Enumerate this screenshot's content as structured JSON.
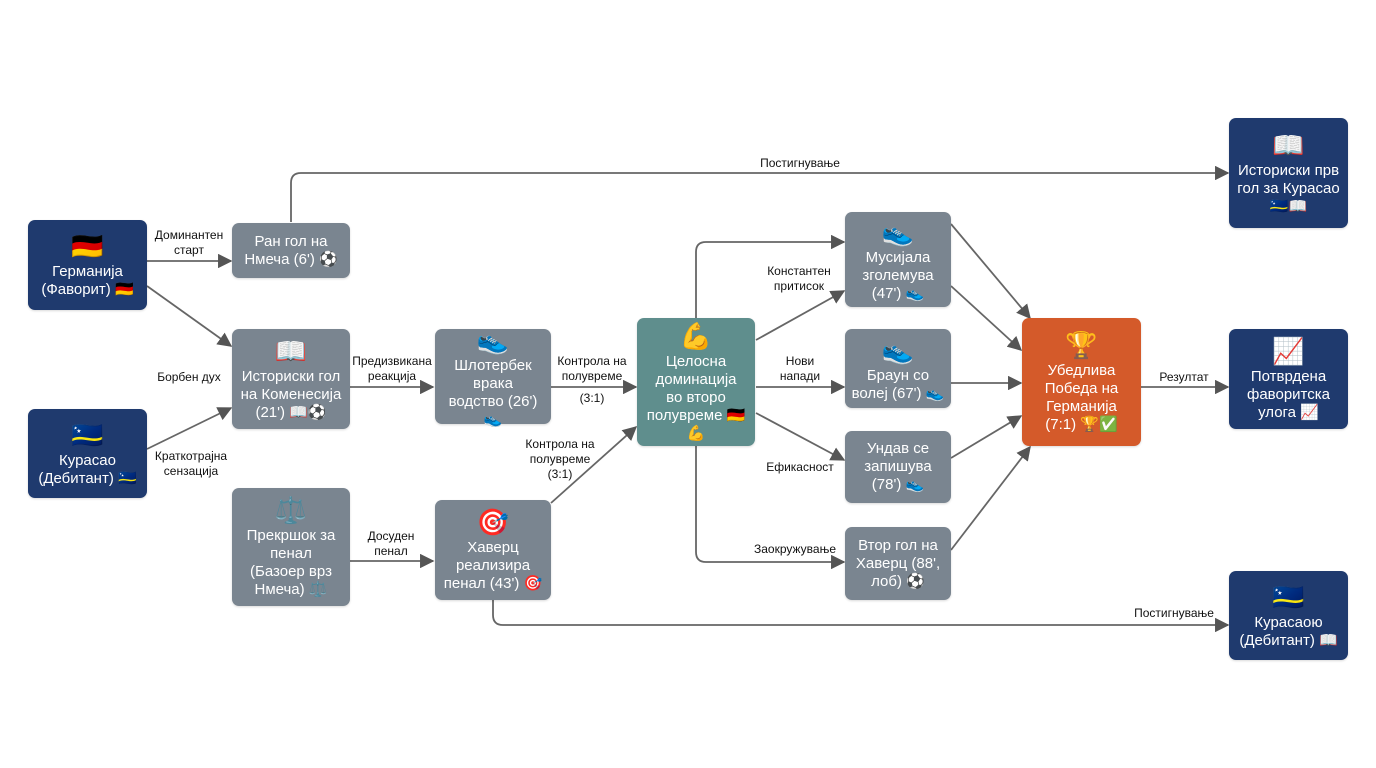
{
  "nodes": {
    "germany": {
      "icon": "🇩🇪",
      "text": "Германија\n(Фаворит) 🇩🇪"
    },
    "curacao": {
      "icon": "🇨🇼",
      "text": "Курасао\n(Дебитант) 🇨🇼"
    },
    "early_goal": {
      "icon": "",
      "text": "Ран гол на\nНмеча (6') ⚽"
    },
    "historic_goal": {
      "icon": "📖",
      "text": "Историски гол\nна Коменесија\n(21') 📖⚽"
    },
    "penalty_foul": {
      "icon": "⚖️",
      "text": "Прекршок за\nпенал\n(Базоер врз\nНмеча) ⚖️"
    },
    "schlotterbeck": {
      "icon": "👟",
      "text": "Шлотербек\nврака\nводство (26') 👟"
    },
    "havertz_penalty": {
      "icon": "🎯",
      "text": "Хаверц\nреализира\nпенал (43') 🎯"
    },
    "domination": {
      "icon": "💪",
      "text": "Целосна\nдоминација\nво второ\nполувреме 🇩🇪💪"
    },
    "musiala": {
      "icon": "👟",
      "text": "Мусијала\nзголемува\n(47') 👟"
    },
    "brown": {
      "icon": "👟",
      "text": "Браун со\nволеј (67') 👟"
    },
    "undav": {
      "icon": "",
      "text": "Ундав се\nзапишува\n(78') 👟"
    },
    "havertz_second": {
      "icon": "",
      "text": "Втор гол на\nХаверц (88',\nлоб) ⚽"
    },
    "victory": {
      "icon": "🏆",
      "text": "Убедлива\nПобеда на\nГерманија\n(7:1) 🏆✅"
    },
    "historic_first": {
      "icon": "📖",
      "text": "Историски прв\nгол за Курасао\n🇨🇼📖"
    },
    "confirmed": {
      "icon": "📈",
      "text": "Потврдена\nфаворитска\nулога 📈"
    },
    "curacao_debut": {
      "icon": "🇨🇼",
      "text": "Курасаою\n(Дебитант) 📖"
    }
  },
  "edge_labels": {
    "dominant_start": "Доминантен\nстарт",
    "fighting_spirit": "Борбен дух",
    "short_sensation": "Краткотрајна\nсензација",
    "achievement_top": "Постигнување",
    "provoked_reaction": "Предизвикана\nреакција",
    "control_halftime_1": "Контрола на\nполувреме",
    "score_halftime_1": "(3:1)",
    "control_halftime_2": "Контрола на\nполувреме\n(3:1)",
    "awarded_penalty": "Досуден\nпенал",
    "constant_pressure": "Константен\nпритисок",
    "new_attacks": "Нови\nнапади",
    "efficiency": "Ефикасност",
    "rounding_off": "Заокружување",
    "result": "Резултат",
    "achievement_bottom": "Постигнување"
  },
  "colors": {
    "navy": "#1f3a6e",
    "gray": "#7a8590",
    "teal": "#5f8e8d",
    "orange": "#d45a2a",
    "arrow": "#555555"
  }
}
